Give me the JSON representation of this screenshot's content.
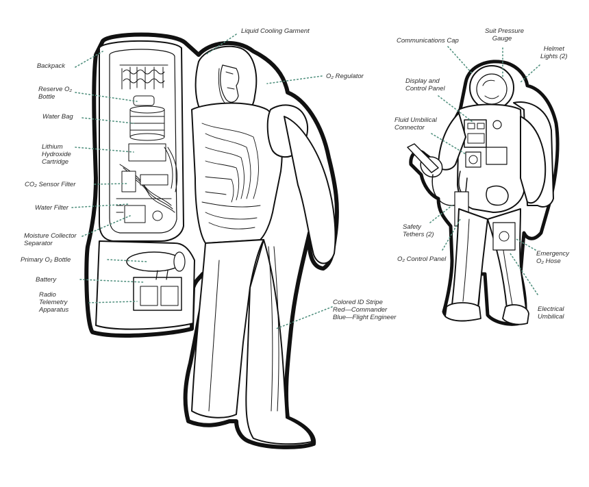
{
  "labels": {
    "backpack": "Backpack",
    "reserve_o2_bottle_1": "Reserve O₂",
    "reserve_o2_bottle_2": "Bottle",
    "water_bag": "Water Bag",
    "lithium_1": "Lithium",
    "lithium_2": "Hydroxide",
    "lithium_3": "Cartridge",
    "co2_sensor_filter": "CO₂ Sensor Filter",
    "water_filter": "Water Filter",
    "moisture_1": "Moisture Collector",
    "moisture_2": "Separator",
    "primary_o2_bottle": "Primary O₂ Bottle",
    "battery": "Battery",
    "radio_1": "Radio",
    "radio_2": "Telemetry",
    "radio_3": "Apparatus",
    "liquid_cooling_garment": "Liquid Cooling Garment",
    "o2_regulator": "O₂ Regulator",
    "id_stripe_1": "Colored ID Stripe",
    "id_stripe_2": "Red—Commander",
    "id_stripe_3": "Blue—Flight Engineer",
    "communications_cap": "Communications Cap",
    "suit_pressure_1": "Suit Pressure",
    "suit_pressure_2": "Gauge",
    "helmet_lights_1": "Helmet",
    "helmet_lights_2": "Lights (2)",
    "display_panel_1": "Display and",
    "display_panel_2": "Control Panel",
    "fluid_umbilical_1": "Fluid Umbilical",
    "fluid_umbilical_2": "Connector",
    "safety_tethers_1": "Safety",
    "safety_tethers_2": "Tethers (2)",
    "o2_control_panel": "O₂ Control Panel",
    "emergency_hose_1": "Emergency",
    "emergency_hose_2": "O₂ Hose",
    "electrical_umbilical_1": "Electrical",
    "electrical_umbilical_2": "Umbilical"
  },
  "colors": {
    "leader": "#4f8f7d",
    "outline": "#111111",
    "label_text": "#2b2b2b"
  }
}
